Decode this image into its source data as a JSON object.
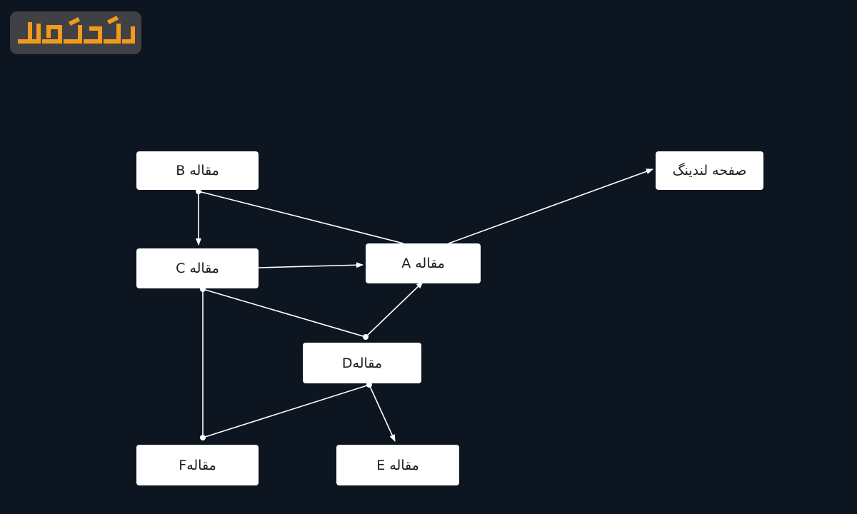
{
  "colors": {
    "background": "#0c1520",
    "node_fill": "#ffffff",
    "edge": "#ffffff",
    "logo_bg": "#3f4144",
    "logo_accent": "#f39a1d"
  },
  "logo": {
    "text": "رومامارکتینگ",
    "icon": "brand-logo-icon"
  },
  "nodes": {
    "b": {
      "label": "مقاله B"
    },
    "c": {
      "label": "مقاله C"
    },
    "a": {
      "label": "مقاله A"
    },
    "d": {
      "label": "مقالهD"
    },
    "f": {
      "label": "مقالهF"
    },
    "e": {
      "label": "مقاله E"
    },
    "landing": {
      "label": "صفحه لندینگ"
    }
  },
  "edges": [
    {
      "from": "b",
      "to": "c",
      "arrow": true
    },
    {
      "from": "b",
      "to": "a",
      "arrow": false
    },
    {
      "from": "c",
      "to": "a",
      "arrow": true
    },
    {
      "from": "a",
      "to": "landing",
      "arrow": true
    },
    {
      "from": "c",
      "to": "d",
      "arrow": false
    },
    {
      "from": "d",
      "to": "a",
      "arrow": true
    },
    {
      "from": "c",
      "to": "f",
      "arrow": false
    },
    {
      "from": "d",
      "to": "f",
      "arrow": false
    },
    {
      "from": "d",
      "to": "e",
      "arrow": true
    }
  ]
}
